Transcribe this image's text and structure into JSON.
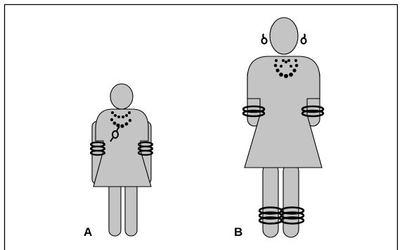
{
  "figures": [
    {
      "label": "A",
      "ornaments": [
        "necklace",
        "pendant",
        "bangles"
      ]
    },
    {
      "label": "B",
      "ornaments": [
        "earrings",
        "necklace",
        "bangles",
        "anklets"
      ]
    }
  ],
  "colors": {
    "figure_fill": "#c4c4c4",
    "outline": "#000000",
    "ornament": "#000000",
    "background": "#ffffff"
  }
}
